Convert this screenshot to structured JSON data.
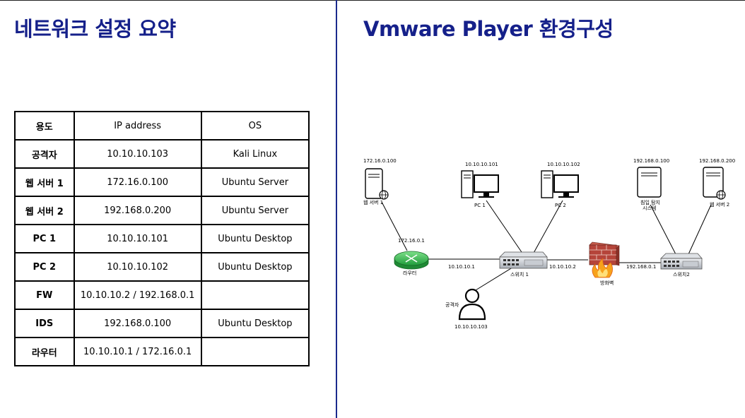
{
  "left": {
    "title": "네트워크 설정 요약",
    "table": {
      "headers": [
        "용도",
        "IP address",
        "OS"
      ],
      "rows": [
        [
          "공격자",
          "10.10.10.103",
          "Kali Linux"
        ],
        [
          "웹 서버 1",
          "172.16.0.100",
          "Ubuntu Server"
        ],
        [
          "웹 서버 2",
          "192.168.0.200",
          "Ubuntu Server"
        ],
        [
          "PC 1",
          "10.10.10.101",
          "Ubuntu Desktop"
        ],
        [
          "PC 2",
          "10.10.10.102",
          "Ubuntu Desktop"
        ],
        [
          "FW",
          "10.10.10.2 / 192.168.0.1",
          ""
        ],
        [
          "IDS",
          "192.168.0.100",
          "Ubuntu Desktop"
        ],
        [
          "라우터",
          "10.10.10.1 / 172.16.0.1",
          ""
        ]
      ]
    }
  },
  "right": {
    "title": "Vmware Player 환경구성",
    "diagram": {
      "webserver1": {
        "ip": "172.16.0.100",
        "label": "웹 서버 1"
      },
      "pc1": {
        "ip": "10.10.10.101",
        "label": "PC 1"
      },
      "pc2": {
        "ip": "10.10.10.102",
        "label": "PC 2"
      },
      "ids": {
        "ip": "192.168.0.100",
        "label_line1": "침입 탐지",
        "label_line2": "시스템"
      },
      "webserver2": {
        "ip": "192.168.0.200",
        "label": "웹 서버 2"
      },
      "router": {
        "ip_top": "172.16.0.1",
        "ip_right": "10.10.10.1",
        "label": "라우터"
      },
      "switch1": {
        "label": "스위치 1"
      },
      "firewall": {
        "ip_left": "10.10.10.2",
        "ip_right": "192.168.0.1",
        "label": "방화벽"
      },
      "switch2": {
        "label": "스위치2"
      },
      "attacker": {
        "label": "공격자",
        "ip": "10.10.10.103"
      }
    }
  }
}
